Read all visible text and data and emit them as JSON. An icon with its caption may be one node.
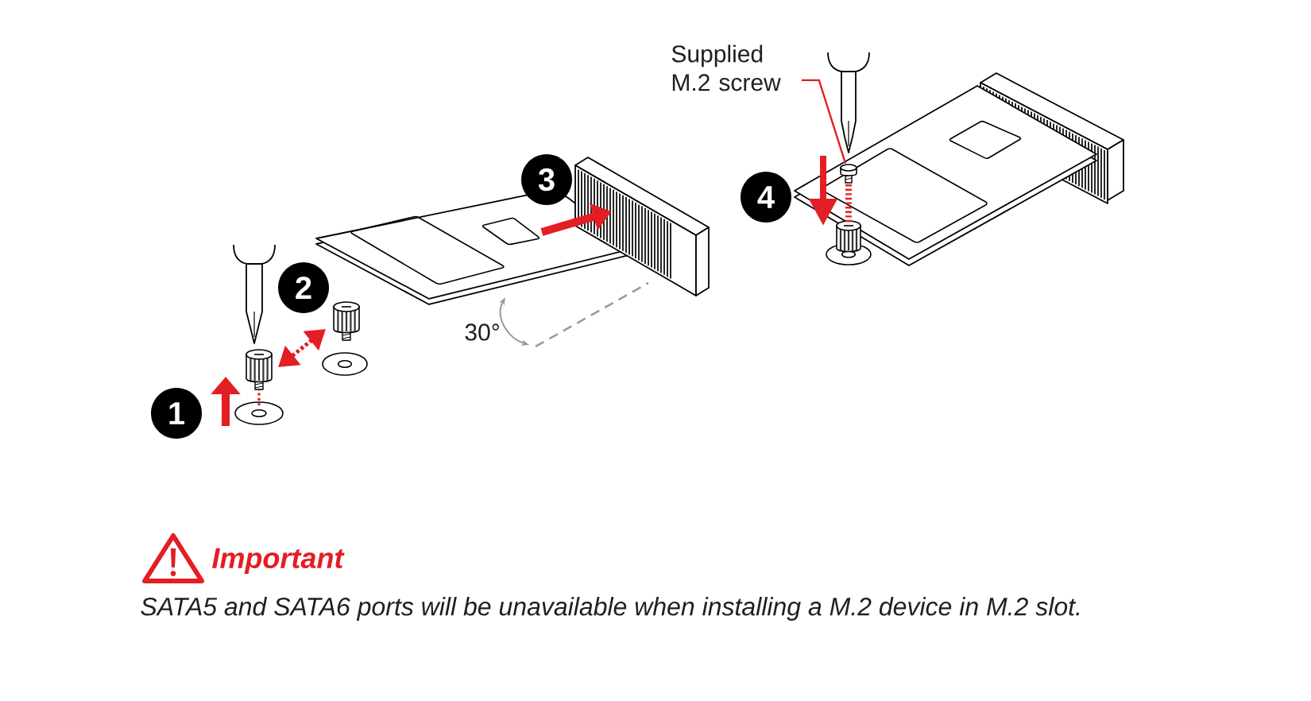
{
  "diagram": {
    "nodes": [
      {
        "text": [
          "1"
        ]
      },
      {
        "text": [
          "2"
        ]
      },
      {
        "text": [
          "3"
        ]
      },
      {
        "text": [
          "4"
        ]
      },
      {
        "text": [
          "Supplied M.2 screw"
        ]
      },
      {
        "text": [],
        "shape": "picture"
      }
    ],
    "edges": [
      {
        "from": 4,
        "to": 5,
        "arrow": "none",
        "color": "#e31e24"
      }
    ],
    "labels": [
      "30°",
      "Important",
      "SATA5 and SATA6 ports will be unavailable when installing a M.2 device in M.2 slot."
    ]
  }
}
